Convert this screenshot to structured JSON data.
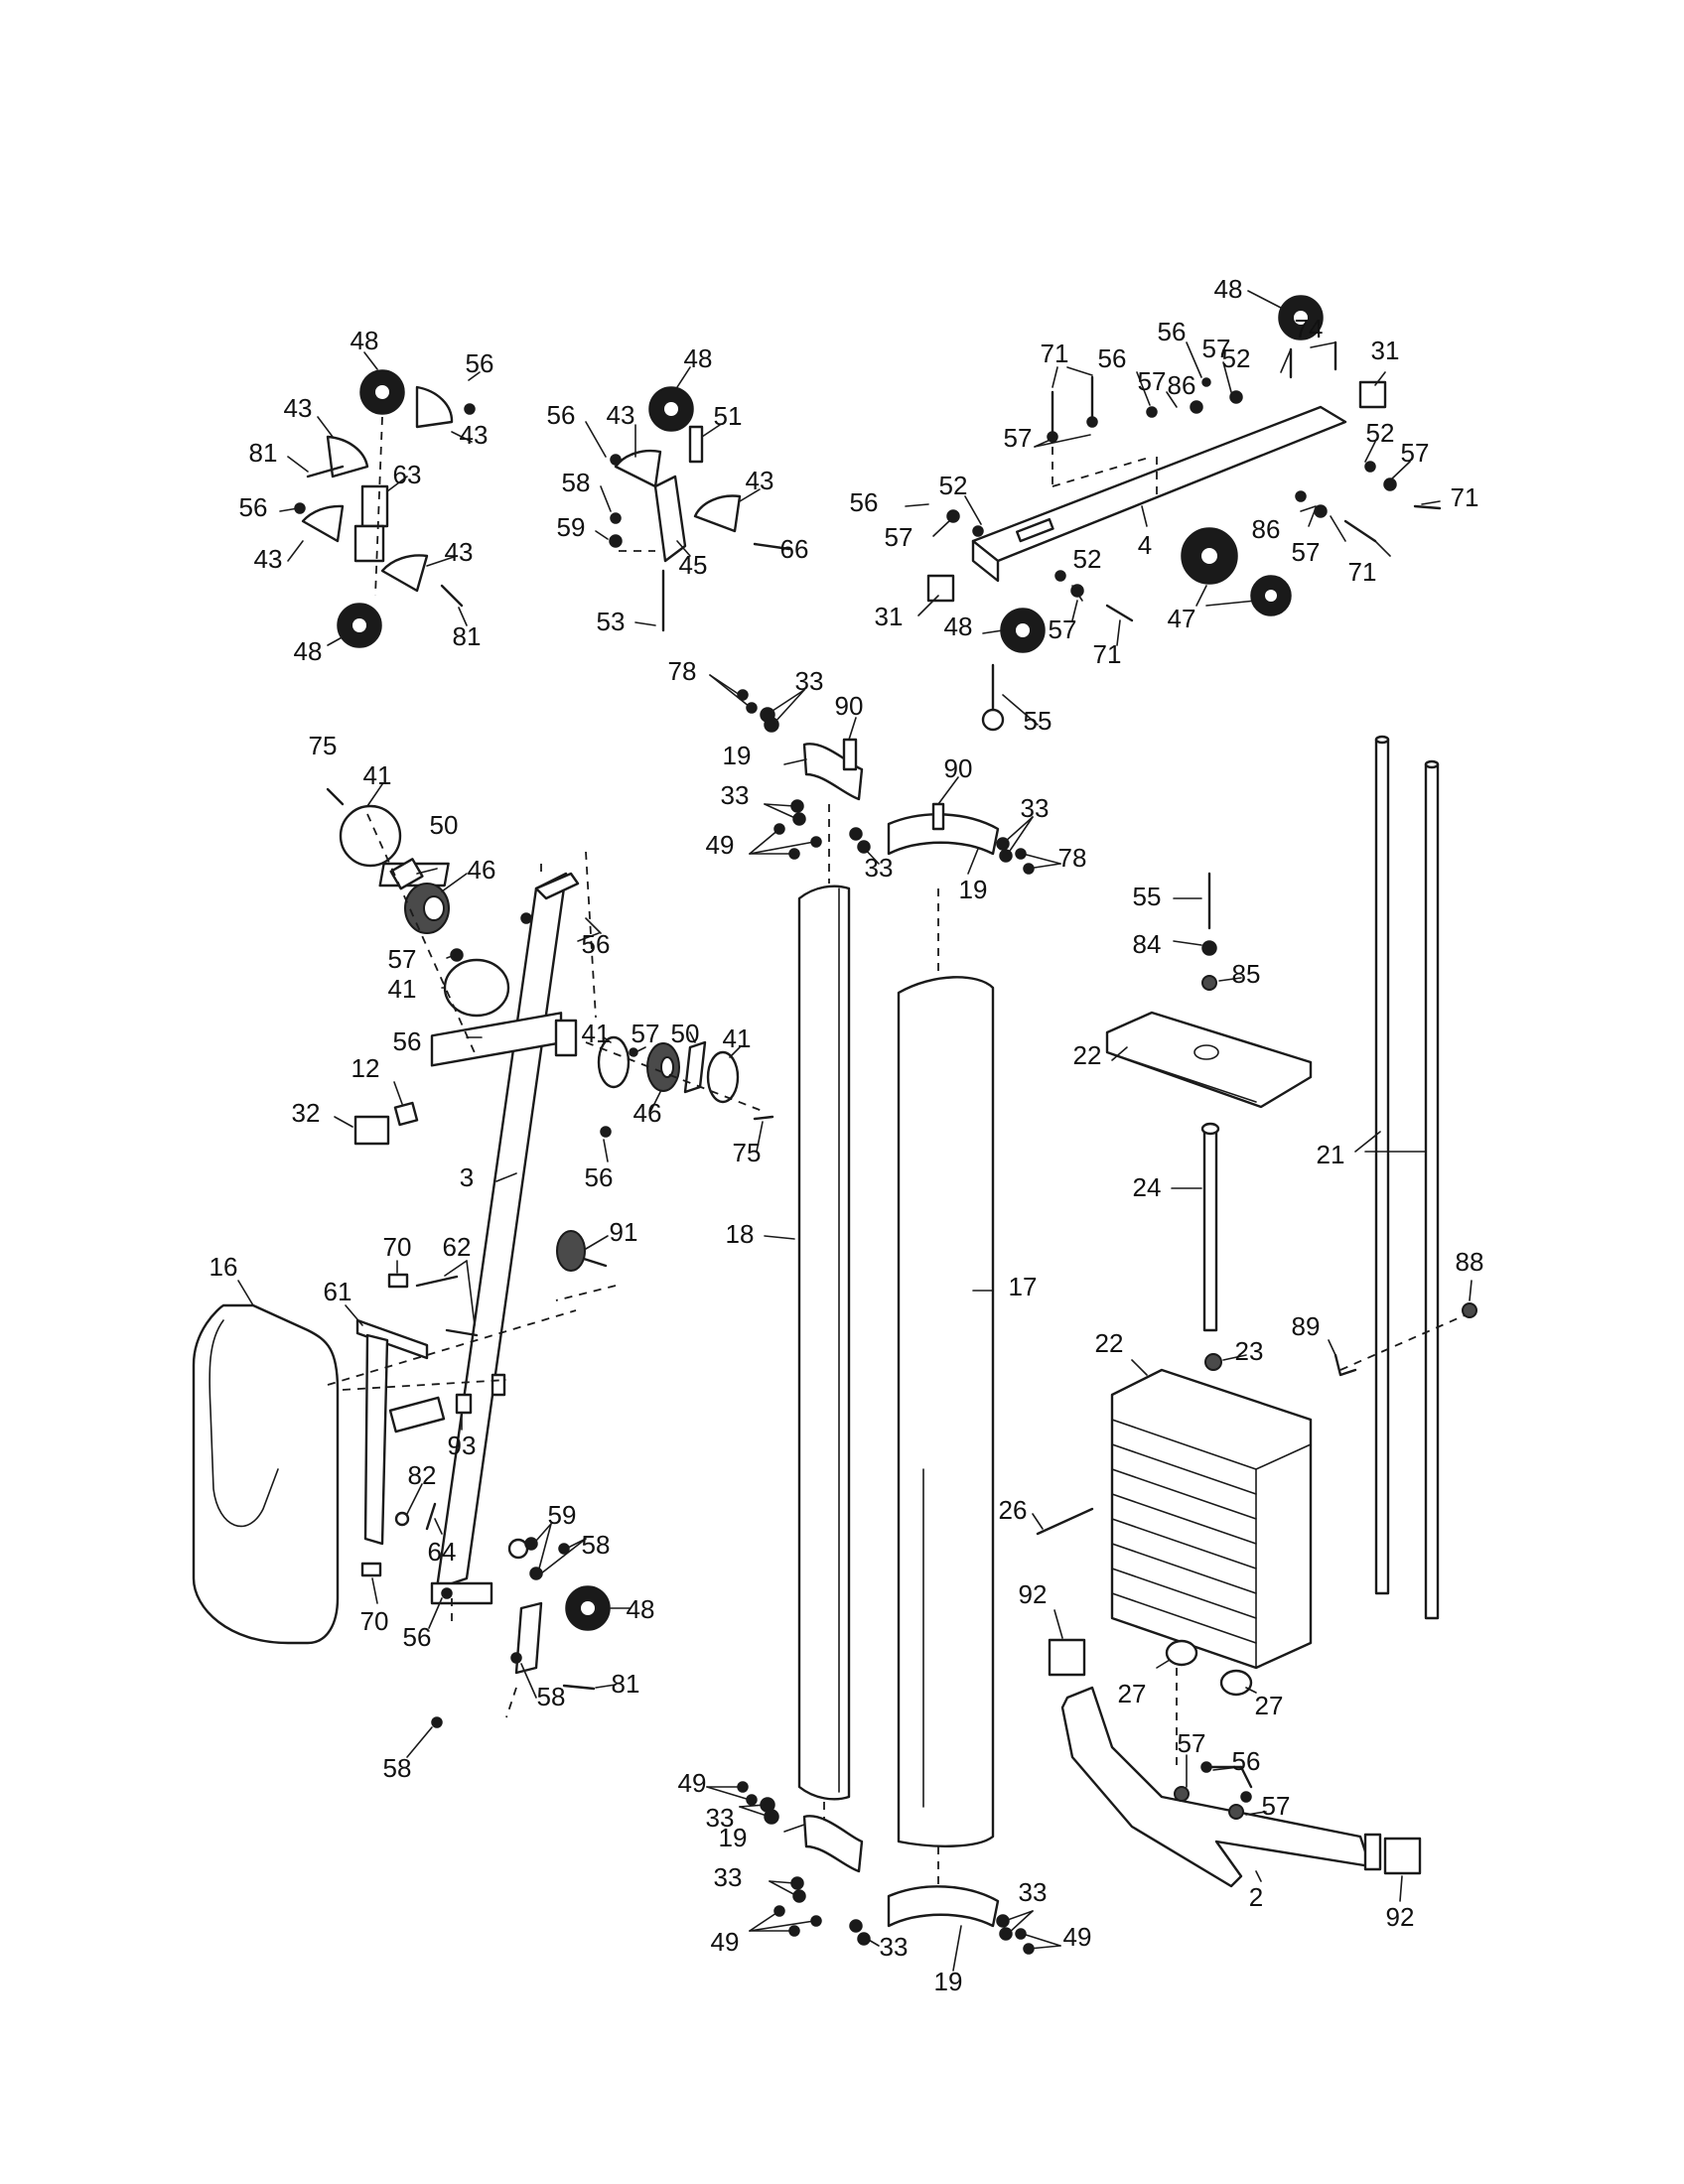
{
  "callouts": [
    {
      "t": "48"
    },
    {
      "t": "56"
    },
    {
      "t": "43"
    },
    {
      "t": "43"
    },
    {
      "t": "81"
    },
    {
      "t": "63"
    },
    {
      "t": "56"
    },
    {
      "t": "43"
    },
    {
      "t": "43"
    },
    {
      "t": "81"
    },
    {
      "t": "48"
    },
    {
      "t": "48"
    },
    {
      "t": "56"
    },
    {
      "t": "43"
    },
    {
      "t": "51"
    },
    {
      "t": "58"
    },
    {
      "t": "43"
    },
    {
      "t": "59"
    },
    {
      "t": "45"
    },
    {
      "t": "66"
    },
    {
      "t": "53"
    },
    {
      "t": "48"
    },
    {
      "t": "71"
    },
    {
      "t": "56"
    },
    {
      "t": "57"
    },
    {
      "t": "74"
    },
    {
      "t": "31"
    },
    {
      "t": "56"
    },
    {
      "t": "57"
    },
    {
      "t": "52"
    },
    {
      "t": "86"
    },
    {
      "t": "57"
    },
    {
      "t": "52"
    },
    {
      "t": "57"
    },
    {
      "t": "56"
    },
    {
      "t": "52"
    },
    {
      "t": "71"
    },
    {
      "t": "57"
    },
    {
      "t": "86"
    },
    {
      "t": "4"
    },
    {
      "t": "57"
    },
    {
      "t": "71"
    },
    {
      "t": "52"
    },
    {
      "t": "31"
    },
    {
      "t": "48"
    },
    {
      "t": "57"
    },
    {
      "t": "71"
    },
    {
      "t": "47"
    },
    {
      "t": "55"
    },
    {
      "t": "78"
    },
    {
      "t": "33"
    },
    {
      "t": "90"
    },
    {
      "t": "19"
    },
    {
      "t": "90"
    },
    {
      "t": "33"
    },
    {
      "t": "33"
    },
    {
      "t": "49"
    },
    {
      "t": "33"
    },
    {
      "t": "78"
    },
    {
      "t": "19"
    },
    {
      "t": "75"
    },
    {
      "t": "41"
    },
    {
      "t": "50"
    },
    {
      "t": "46"
    },
    {
      "t": "56"
    },
    {
      "t": "57"
    },
    {
      "t": "41"
    },
    {
      "t": "56"
    },
    {
      "t": "41"
    },
    {
      "t": "57"
    },
    {
      "t": "50"
    },
    {
      "t": "41"
    },
    {
      "t": "12"
    },
    {
      "t": "32"
    },
    {
      "t": "46"
    },
    {
      "t": "56"
    },
    {
      "t": "75"
    },
    {
      "t": "3"
    },
    {
      "t": "55"
    },
    {
      "t": "84"
    },
    {
      "t": "85"
    },
    {
      "t": "22"
    },
    {
      "t": "24"
    },
    {
      "t": "21"
    },
    {
      "t": "18"
    },
    {
      "t": "17"
    },
    {
      "t": "88"
    },
    {
      "t": "89"
    },
    {
      "t": "22"
    },
    {
      "t": "23"
    },
    {
      "t": "26"
    },
    {
      "t": "16"
    },
    {
      "t": "70"
    },
    {
      "t": "62"
    },
    {
      "t": "91"
    },
    {
      "t": "61"
    },
    {
      "t": "93"
    },
    {
      "t": "82"
    },
    {
      "t": "64"
    },
    {
      "t": "59"
    },
    {
      "t": "58"
    },
    {
      "t": "70"
    },
    {
      "t": "56"
    },
    {
      "t": "48"
    },
    {
      "t": "81"
    },
    {
      "t": "58"
    },
    {
      "t": "58"
    },
    {
      "t": "92"
    },
    {
      "t": "27"
    },
    {
      "t": "27"
    },
    {
      "t": "57"
    },
    {
      "t": "56"
    },
    {
      "t": "57"
    },
    {
      "t": "49"
    },
    {
      "t": "33"
    },
    {
      "t": "19"
    },
    {
      "t": "33"
    },
    {
      "t": "49"
    },
    {
      "t": "33"
    },
    {
      "t": "33"
    },
    {
      "t": "49"
    },
    {
      "t": "19"
    },
    {
      "t": "2"
    },
    {
      "t": "92"
    }
  ]
}
